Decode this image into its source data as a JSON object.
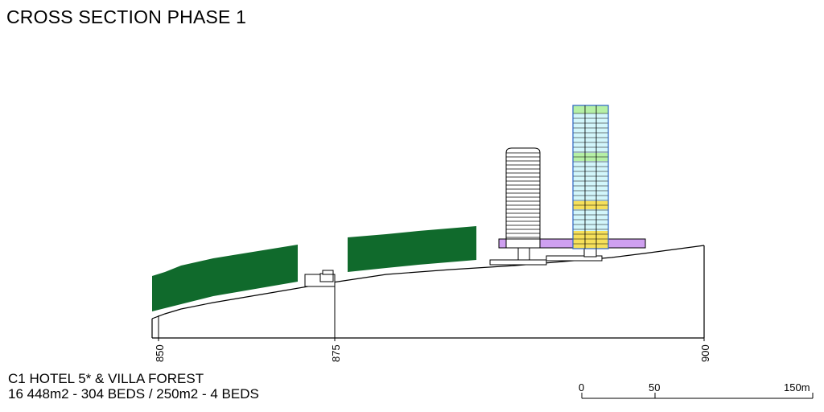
{
  "title": "CROSS SECTION PHASE 1",
  "caption": {
    "line1": "C1 HOTEL 5* & VILLA FOREST",
    "line2": "16 448m2 - 304 BEDS / 250m2 - 4 BEDS"
  },
  "elevation_markers": [
    "850",
    "875",
    "900"
  ],
  "scale_bar": {
    "labels": [
      "0",
      "50",
      "150m"
    ]
  },
  "colors": {
    "forest": "#106a2c",
    "podium": "#cfa0f0",
    "tower_cyan": "#d2f6fb",
    "tower_green": "#b6f0a6",
    "tower_yellow": "#f6e05a",
    "tower_outline": "#2b63c4"
  }
}
